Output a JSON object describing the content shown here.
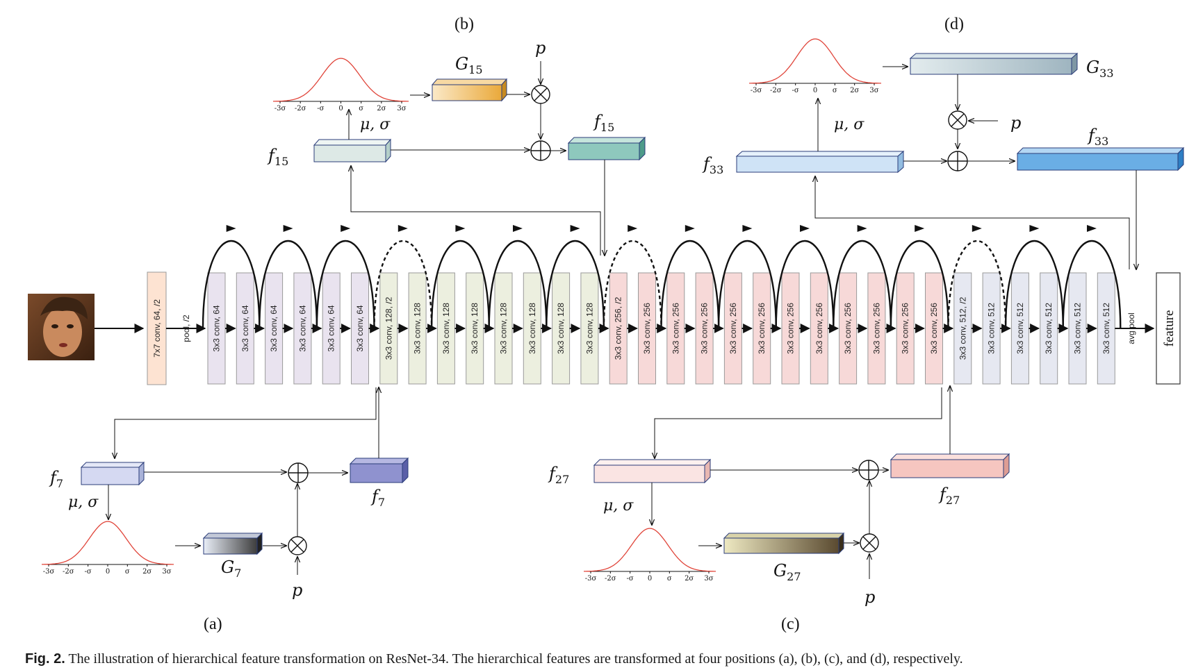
{
  "panels": {
    "a": "(a)",
    "b": "(b)",
    "c": "(c)",
    "d": "(d)"
  },
  "backbone": {
    "first": "7x7 conv, 64, /2",
    "pool": "pool, /2",
    "groups": [
      {
        "labels": [
          "3x3 conv, 64",
          "3x3 conv, 64",
          "3x3 conv, 64",
          "3x3 conv, 64",
          "3x3 conv, 64",
          "3x3 conv, 64"
        ],
        "fill": "#e9e3ef"
      },
      {
        "labels": [
          "3x3 conv, 128, /2",
          "3x3 conv, 128",
          "3x3 conv, 128",
          "3x3 conv, 128",
          "3x3 conv, 128",
          "3x3 conv, 128",
          "3x3 conv, 128",
          "3x3 conv, 128"
        ],
        "fill": "#ecefdf"
      },
      {
        "labels": [
          "3x3 conv, 256, /2",
          "3x3 conv, 256",
          "3x3 conv, 256",
          "3x3 conv, 256",
          "3x3 conv, 256",
          "3x3 conv, 256",
          "3x3 conv, 256",
          "3x3 conv, 256",
          "3x3 conv, 256",
          "3x3 conv, 256",
          "3x3 conv, 256",
          "3x3 conv, 256"
        ],
        "fill": "#f7d9d8"
      },
      {
        "labels": [
          "3x3 conv, 512, /2",
          "3x3 conv, 512",
          "3x3 conv, 512",
          "3x3 conv, 512",
          "3x3 conv, 512",
          "3x3 conv, 512"
        ],
        "fill": "#e6e8f1"
      }
    ],
    "avgpool": "avg pool",
    "feature": "feature"
  },
  "gaussian_ticks": [
    "-3σ",
    "-2σ",
    "-σ",
    "0",
    "σ",
    "2σ",
    "3σ"
  ],
  "math": {
    "mu_sigma": "μ, σ",
    "p": "p",
    "f": "f",
    "G": "G",
    "idx7": "7",
    "idx15": "15",
    "idx27": "27",
    "idx33": "33"
  },
  "colors": {
    "f7_in": "#d5d9f2",
    "f7_out": "#8f92cf",
    "G7": "#5a5a5a",
    "f15_in": "#dde9e6",
    "f15_out": "#8ec8bd",
    "G15": "#efb64a",
    "f27_in": "#fae4e3",
    "f27_out": "#f6c6c0",
    "G27": "#6b5b3a",
    "f33_in": "#cfe3f6",
    "f33_out": "#6aaee5",
    "G33": "#b7c8cf"
  },
  "caption": {
    "label": "Fig. 2.",
    "text": "The illustration of hierarchical feature transformation on ResNet-34. The hierarchical features are transformed at four positions (a), (b), (c), and (d), respectively."
  }
}
